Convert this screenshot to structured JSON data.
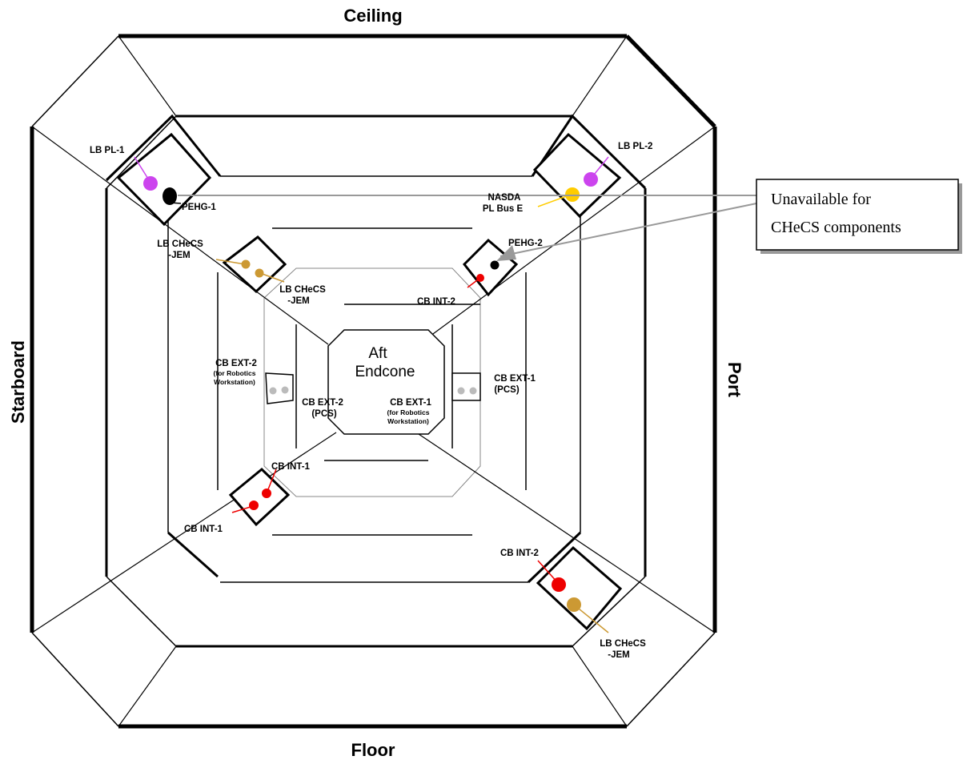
{
  "sides": {
    "ceiling": "Ceiling",
    "floor": "Floor",
    "starboard": "Starboard",
    "port": "Port"
  },
  "center": {
    "line1": "Aft",
    "line2": "Endcone"
  },
  "callout": {
    "line1": "Unavailable for",
    "line2": "CHeCS components"
  },
  "labels": {
    "lb_pl_1": "LB PL-1",
    "lb_pl_2": "LB PL-2",
    "pehg_1": "PEHG-1",
    "pehg_2": "PEHG-2",
    "nasda_1": "NASDA",
    "nasda_2": "PL Bus E",
    "lb_checs_jem_ul_1": "LB CHeCS",
    "lb_checs_jem_ul_2": "-JEM",
    "lb_checs_jem_c_1": "LB CHeCS",
    "lb_checs_jem_c_2": "-JEM",
    "lb_checs_jem_lr_1": "LB CHeCS",
    "lb_checs_jem_lr_2": "-JEM",
    "cb_int_2_upper": "CB INT-2",
    "cb_int_2_lower": "CB INT-2",
    "cb_int_1_a": "CB INT-1",
    "cb_int_1_b": "CB INT-1",
    "cb_ext_2_rob_1": "CB EXT-2",
    "cb_ext_2_rob_2": "(for Robotics",
    "cb_ext_2_rob_3": "Workstation)",
    "cb_ext_2_pcs_1": "CB EXT-2",
    "cb_ext_2_pcs_2": "(PCS)",
    "cb_ext_1_rob_1": "CB EXT-1",
    "cb_ext_1_rob_2": "(for Robotics",
    "cb_ext_1_rob_3": "Workstation)",
    "cb_ext_1_pcs_1": "CB EXT-1",
    "cb_ext_1_pcs_2": "(PCS)"
  },
  "colors": {
    "magenta": "#cc44ee",
    "gold": "#cc9933",
    "yellow": "#ffcc00",
    "red": "#ee0000",
    "gray": "#bbbbbb",
    "black": "#000000",
    "callout_line": "#999999"
  }
}
